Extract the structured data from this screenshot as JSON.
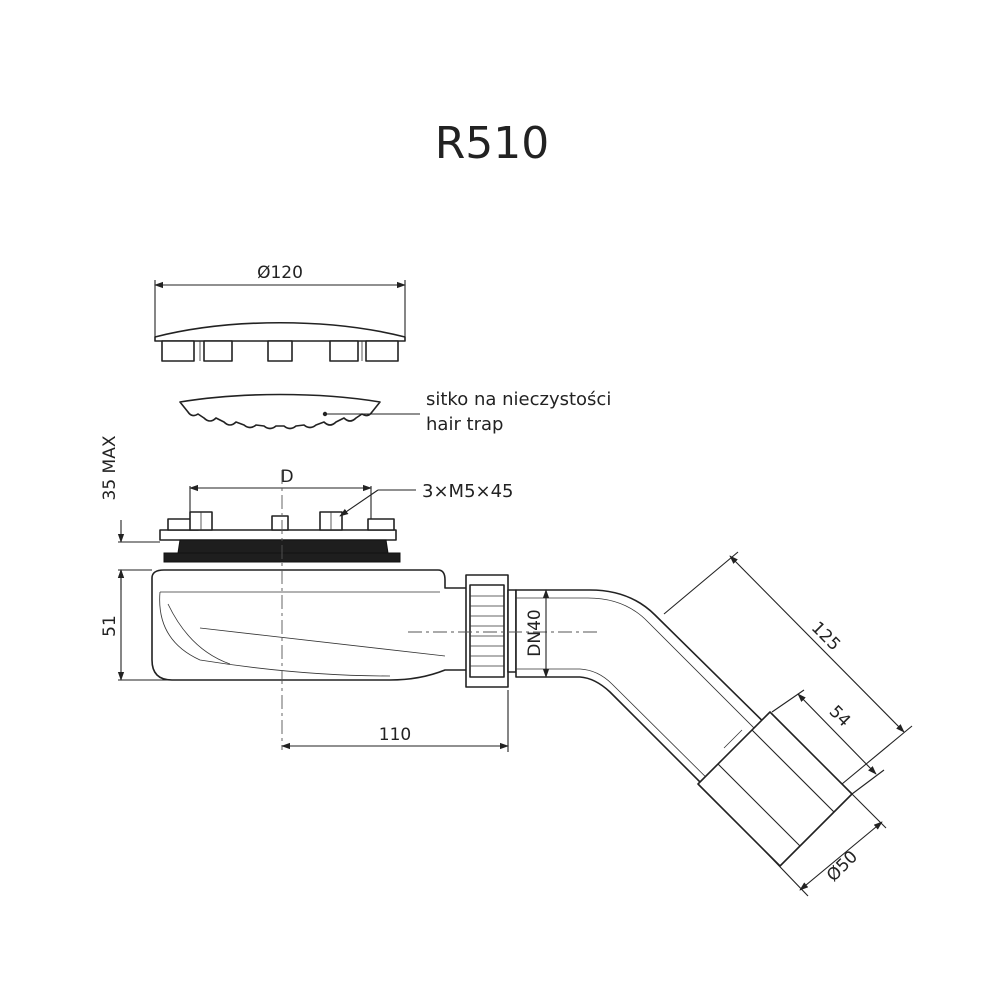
{
  "title": "R510",
  "dimensions": {
    "cover_diameter": "Ø120",
    "flange_d": "D",
    "height_max": "35 MAX",
    "body_height": "51",
    "outlet_offset": "110",
    "pipe_size": "DN40",
    "elbow_length": "125",
    "socket_length": "54",
    "outlet_diameter": "Ø50"
  },
  "callouts": {
    "hair_trap_pl": "sitko na nieczystości",
    "hair_trap_en": "hair trap",
    "screws": "3×M5×45"
  },
  "colors": {
    "line": "#222222",
    "fill_dark": "#1e1e1e",
    "background": "#ffffff"
  }
}
